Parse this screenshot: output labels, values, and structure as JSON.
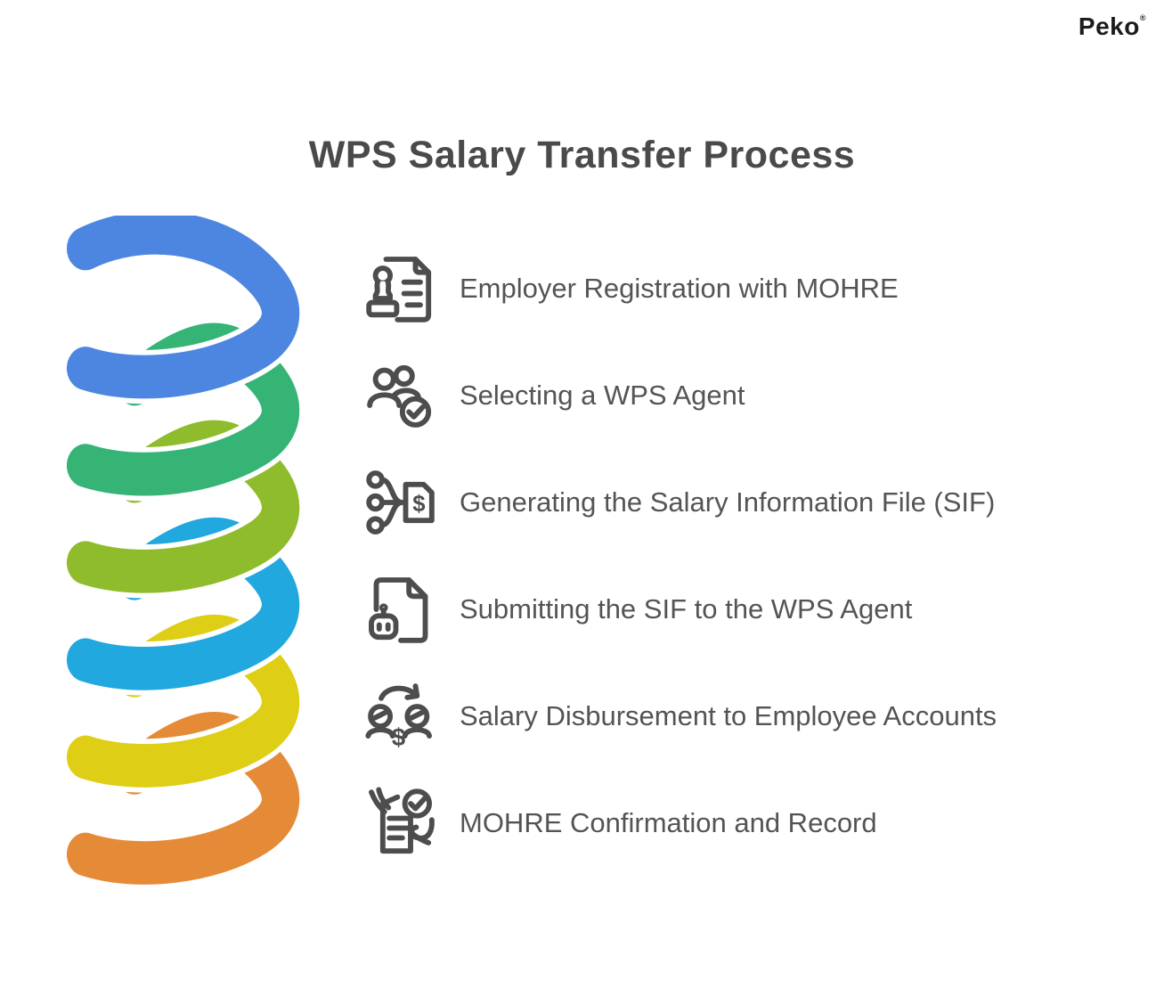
{
  "logo": {
    "text": "Peko",
    "mark": "®"
  },
  "title": "WPS Salary Transfer Process",
  "steps": [
    {
      "icon": "stamp-document-icon",
      "label": "Employer Registration with MOHRE"
    },
    {
      "icon": "people-check-icon",
      "label": "Selecting a WPS Agent"
    },
    {
      "icon": "flow-dollar-file-icon",
      "label": "Generating the Salary Information File (SIF)"
    },
    {
      "icon": "document-submit-icon",
      "label": "Submitting the SIF to the WPS Agent"
    },
    {
      "icon": "money-exchange-icon",
      "label": "Salary Disbursement to Employee Accounts"
    },
    {
      "icon": "checklist-hands-icon",
      "label": "MOHRE Confirmation and Record"
    }
  ],
  "icon_glyphs": {
    "dollar": "$"
  },
  "spiral": {
    "colors": [
      "#4c86e0",
      "#35b476",
      "#8fbc2c",
      "#21a8de",
      "#dece15",
      "#e58a36"
    ],
    "outline": "#ffffff"
  }
}
